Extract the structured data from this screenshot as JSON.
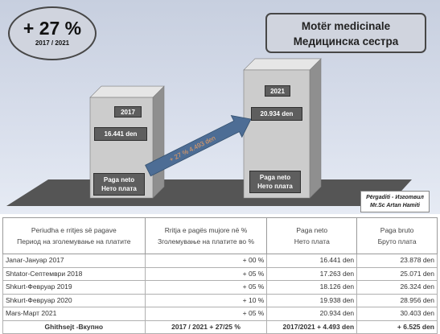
{
  "badge": {
    "percent": "+ 27 %",
    "years": "2017 / 2021"
  },
  "title": {
    "line1": "Motër medicinale",
    "line2": "Медицинска сестра"
  },
  "chart_data": {
    "type": "bar",
    "categories": [
      "2017",
      "2021"
    ],
    "values": [
      16441,
      20934
    ],
    "value_labels": [
      "16.441 den",
      "20.934 den"
    ],
    "bar_caption": {
      "line1": "Paga neto",
      "line2": "Нето плата"
    },
    "arrow_label": "+ 27 %   4.493 den",
    "colors": {
      "bar_front": "#cccccc",
      "bar_side": "#8f8f8f",
      "bar_top": "#e6e6e6",
      "floor": "#555555",
      "arrow": "#4d6d95",
      "tag": "#5e5e5e"
    }
  },
  "author": {
    "line1": "Përgaditi - Изготвил",
    "line2": "Mr.Sc Artan Hamiti"
  },
  "table": {
    "headers": [
      {
        "l1": "Periudha e rritjes së pagave",
        "l2": "Период на зголемување на платите"
      },
      {
        "l1": "Rritja e pagës mujore në %",
        "l2": "Зголемување на платите во %"
      },
      {
        "l1": "Paga neto",
        "l2": "Нето плата"
      },
      {
        "l1": "Paga bruto",
        "l2": "Бруто плата"
      }
    ],
    "rows": [
      [
        "Janar-Јануар 2017",
        "+ 00 %",
        "16.441 den",
        "23.878 den"
      ],
      [
        "Shtator-Септември 2018",
        "+ 05 %",
        "17.263 den",
        "25.071 den"
      ],
      [
        "Shkurt-Февруар 2019",
        "+ 05 %",
        "18.126 den",
        "26.324 den"
      ],
      [
        "Shkurt-Февруар 2020",
        "+ 10 %",
        "19.938 den",
        "28.956 den"
      ],
      [
        "Mars-Март 2021",
        "+ 05 %",
        "20.934 den",
        "30.403 den"
      ]
    ],
    "total": [
      "Ghithsejt -Вкупно",
      "2017 / 2021   + 27/25 %",
      "2017/2021  +   4.493 den",
      "+ 6.525 den"
    ]
  }
}
